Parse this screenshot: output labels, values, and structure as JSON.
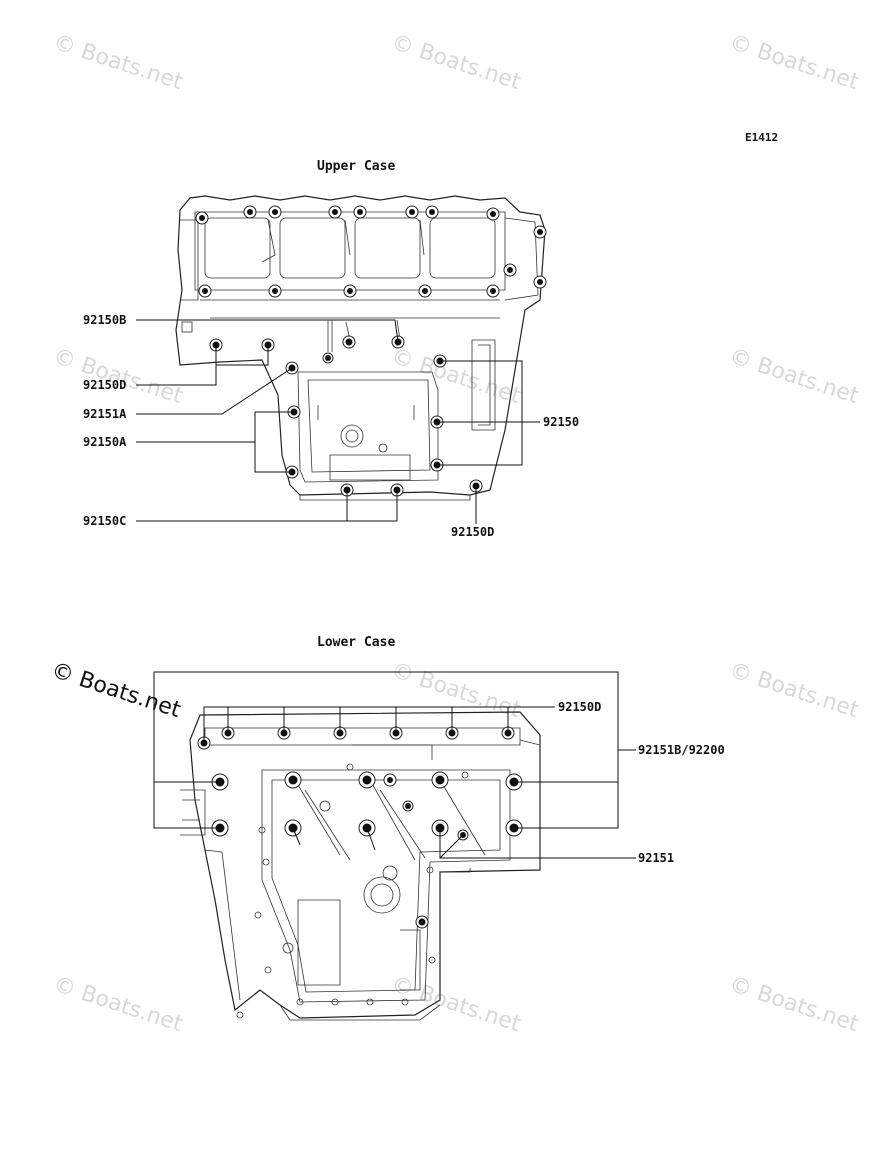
{
  "code": "E1412",
  "sections": {
    "upper": {
      "title": "Upper Case"
    },
    "lower": {
      "title": "Lower Case"
    }
  },
  "callouts": {
    "upper": {
      "b92150B": "92150B",
      "b92150D_left": "92150D",
      "b92151A": "92151A",
      "b92150A": "92150A",
      "b92150C": "92150C",
      "b92150": "92150",
      "b92150D_bottom": "92150D"
    },
    "lower": {
      "b92150D": "92150D",
      "b92151B": "92151B/92200",
      "b92151": "92151"
    }
  },
  "watermark": {
    "text": "© Boats.net",
    "color": "#d8d8d8"
  }
}
